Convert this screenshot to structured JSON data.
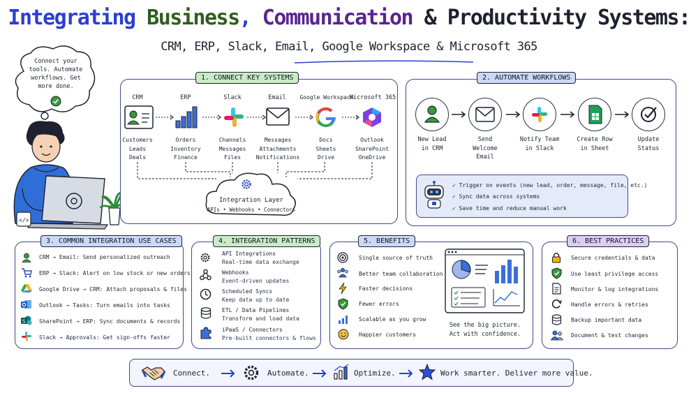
{
  "title": {
    "part1": "Integrating ",
    "business": "Business",
    "comma": ", ",
    "communication": "Communication",
    "part2": " & Productivity Systems:",
    "subtitle": "CRM, ERP, Slack, Email, Google Workspace & Microsoft 365"
  },
  "thought_bubble": [
    "Connect your",
    "tools. Automate",
    "workflows. Get",
    "more done."
  ],
  "colors": {
    "blue": "#2b3fcf",
    "green": "#2f5e1e",
    "purple": "#5a2590",
    "outline": "#3d4a88"
  },
  "section1": {
    "badge": "1. CONNECT KEY SYSTEMS",
    "systems": [
      {
        "name": "CRM",
        "icon": "contact-card-icon",
        "items": [
          "Customers",
          "Leads",
          "Deals"
        ]
      },
      {
        "name": "ERP",
        "icon": "bar-chart-icon",
        "items": [
          "Orders",
          "Inventory",
          "Finance"
        ]
      },
      {
        "name": "Slack",
        "icon": "slack-icon",
        "items": [
          "Channels",
          "Messages",
          "Files"
        ]
      },
      {
        "name": "Email",
        "icon": "envelope-icon",
        "items": [
          "Messages",
          "Attachments",
          "Notifications"
        ]
      },
      {
        "name": "Google Workspace",
        "icon": "google-icon",
        "items": [
          "Docs",
          "Sheets",
          "Drive"
        ]
      },
      {
        "name": "Microsoft 365",
        "icon": "microsoft-365-icon",
        "items": [
          "Outlook",
          "SharePoint",
          "OneDrive"
        ]
      }
    ],
    "layer_title": "Integration Layer",
    "layer_sub": "APIs • Webhooks • Connectors"
  },
  "section2": {
    "badge": "2. AUTOMATE WORKFLOWS",
    "steps": [
      {
        "label": [
          "New Lead",
          "in CRM"
        ],
        "icon": "user-icon"
      },
      {
        "label": [
          "Send",
          "Welcome",
          "Email"
        ],
        "icon": "envelope-icon"
      },
      {
        "label": [
          "Notify Team",
          "in Slack"
        ],
        "icon": "slack-icon"
      },
      {
        "label": [
          "Create Row",
          "in Sheet"
        ],
        "icon": "sheets-icon"
      },
      {
        "label": [
          "Update",
          "Status"
        ],
        "icon": "check-circle-icon"
      }
    ],
    "bullets": [
      "Trigger on events (new lead, order, message, file, etc.)",
      "Sync data across systems",
      "Save time and reduce manual work"
    ]
  },
  "section3": {
    "badge": "3. COMMON INTEGRATION USE CASES",
    "items": [
      {
        "text": "CRM → Email: Send personalized outreach",
        "icon": "user-icon"
      },
      {
        "text": "ERP → Slack: Alert on low stock or new orders",
        "icon": "cart-icon"
      },
      {
        "text": "Google Drive → CRM: Attach proposals & files",
        "icon": "drive-icon"
      },
      {
        "text": "Outlook → Tasks: Turn emails into tasks",
        "icon": "outlook-icon"
      },
      {
        "text": "SharePoint → ERP: Sync documents & records",
        "icon": "sharepoint-icon"
      },
      {
        "text": "Slack → Approvals: Get sign-offs faster",
        "icon": "slack-icon"
      }
    ]
  },
  "section4": {
    "badge": "4. INTEGRATION PATTERNS",
    "items": [
      {
        "title": "API Integrations",
        "sub": "Real-time data exchange",
        "icon": "gear-icon"
      },
      {
        "title": "Webhooks",
        "sub": "Event-driven updates",
        "icon": "webhook-icon"
      },
      {
        "title": "Scheduled Syncs",
        "sub": "Keep data up to date",
        "icon": "clock-icon"
      },
      {
        "title": "ETL / Data Pipelines",
        "sub": "Transform and load data",
        "icon": "database-icon"
      },
      {
        "title": "iPaaS / Connectors",
        "sub": "Pre-built connectors & flows",
        "icon": "puzzle-icon"
      }
    ]
  },
  "section5": {
    "badge": "5. BENEFITS",
    "items": [
      {
        "text": "Single source of truth",
        "icon": "target-icon"
      },
      {
        "text": "Better team collaboration",
        "icon": "team-icon"
      },
      {
        "text": "Faster decisions",
        "icon": "lightning-icon"
      },
      {
        "text": "Fewer errors",
        "icon": "shield-check-icon"
      },
      {
        "text": "Scalable as you grow",
        "icon": "growth-chart-icon"
      },
      {
        "text": "Happier customers",
        "icon": "smiley-icon"
      }
    ],
    "caption": [
      "See the big picture.",
      "Act with confidence."
    ]
  },
  "section6": {
    "badge": "6. BEST PRACTICES",
    "items": [
      {
        "text": "Secure credentials & data",
        "icon": "lock-icon"
      },
      {
        "text": "Use least privilege access",
        "icon": "shield-check-icon"
      },
      {
        "text": "Monitor & log integrations",
        "icon": "document-icon"
      },
      {
        "text": "Handle errors & retries",
        "icon": "retry-icon"
      },
      {
        "text": "Backup important data",
        "icon": "database-icon"
      },
      {
        "text": "Document & test changes",
        "icon": "users-icon"
      }
    ]
  },
  "footer": {
    "steps": [
      {
        "text": "Connect.",
        "icon": "handshake-icon"
      },
      {
        "text": "Automate.",
        "icon": "gear-icon"
      },
      {
        "text": "Optimize.",
        "icon": "growth-chart-icon"
      },
      {
        "text": "Work smarter. Deliver more value.",
        "icon": "star-icon"
      }
    ]
  }
}
